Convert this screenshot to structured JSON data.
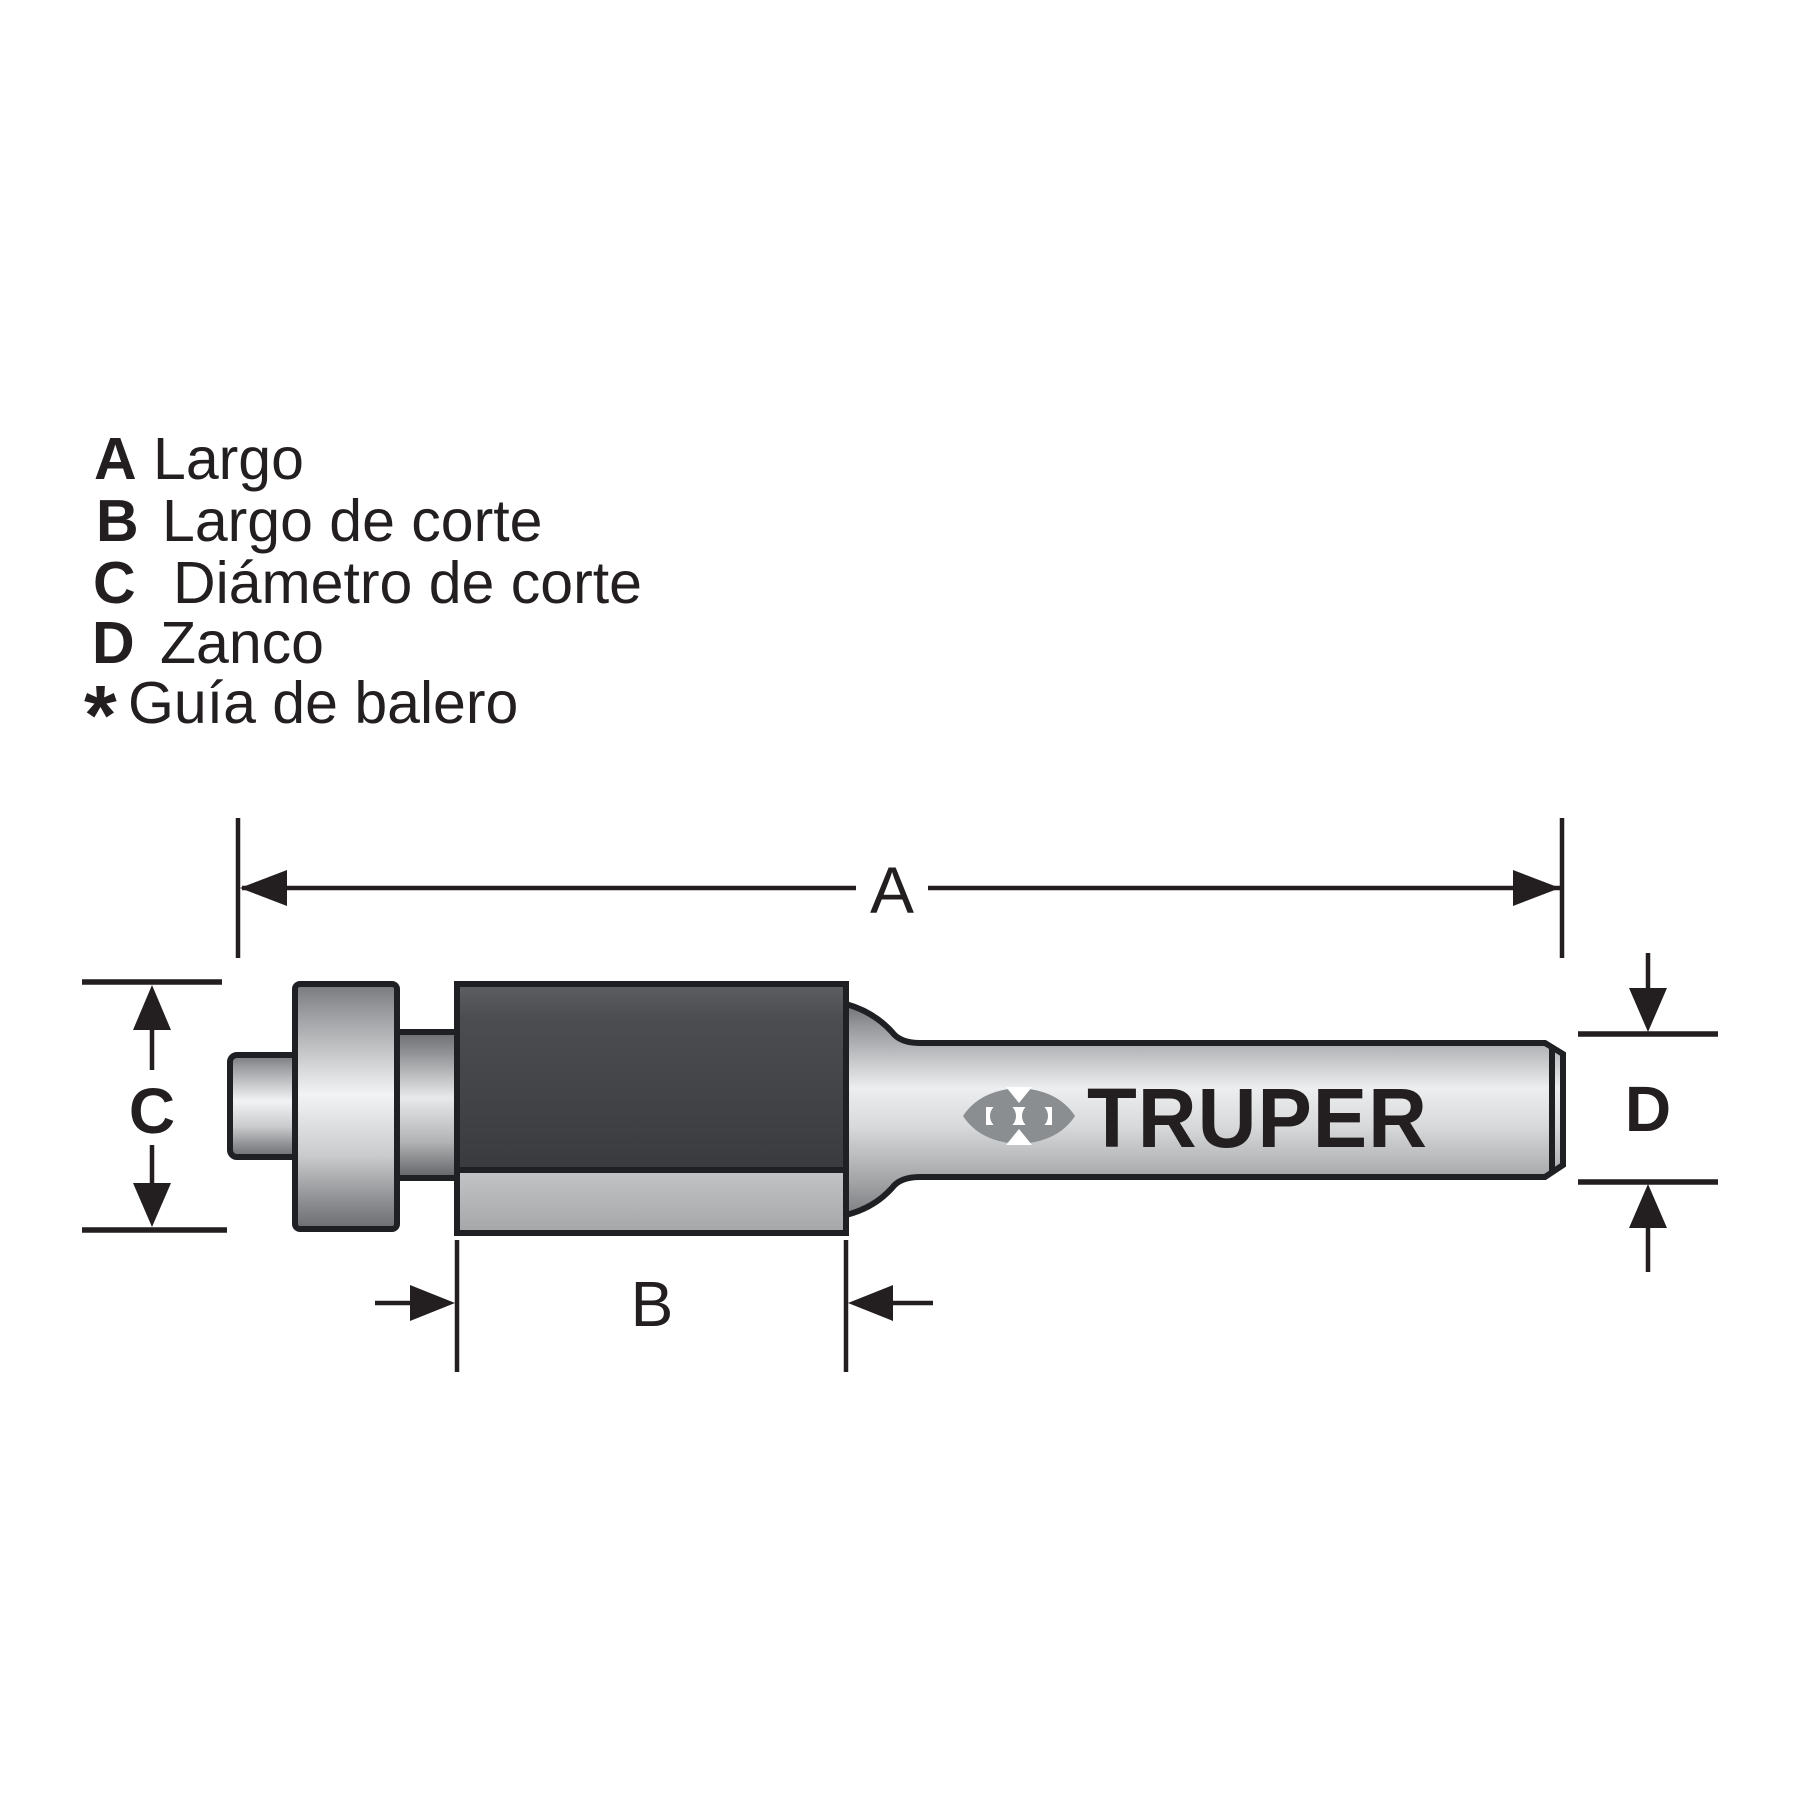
{
  "legend": {
    "items": [
      {
        "key": "A",
        "label": "Largo"
      },
      {
        "key": "B",
        "label": "Largo de corte"
      },
      {
        "key": "C",
        "label": "Diámetro de corte"
      },
      {
        "key": "D",
        "label": "Zanco"
      },
      {
        "key": "*",
        "label": "Guía de balero"
      }
    ]
  },
  "dimensions": {
    "a": "A",
    "b": "B",
    "c": "C",
    "d": "D"
  },
  "logo": {
    "text": "TRUPER",
    "emblem": "truper-emblem",
    "color": "#8a8e91"
  },
  "colors": {
    "background": "#ffffff",
    "line_ink": "#231f20",
    "outline": "#1f2023",
    "body_dark": "#47484b",
    "cutting_edge_light": "#b3b5b7",
    "metal_highlight": "#f2f3f4",
    "metal_shadow": "#6b6d70",
    "logo_gray": "#8a8e91"
  }
}
